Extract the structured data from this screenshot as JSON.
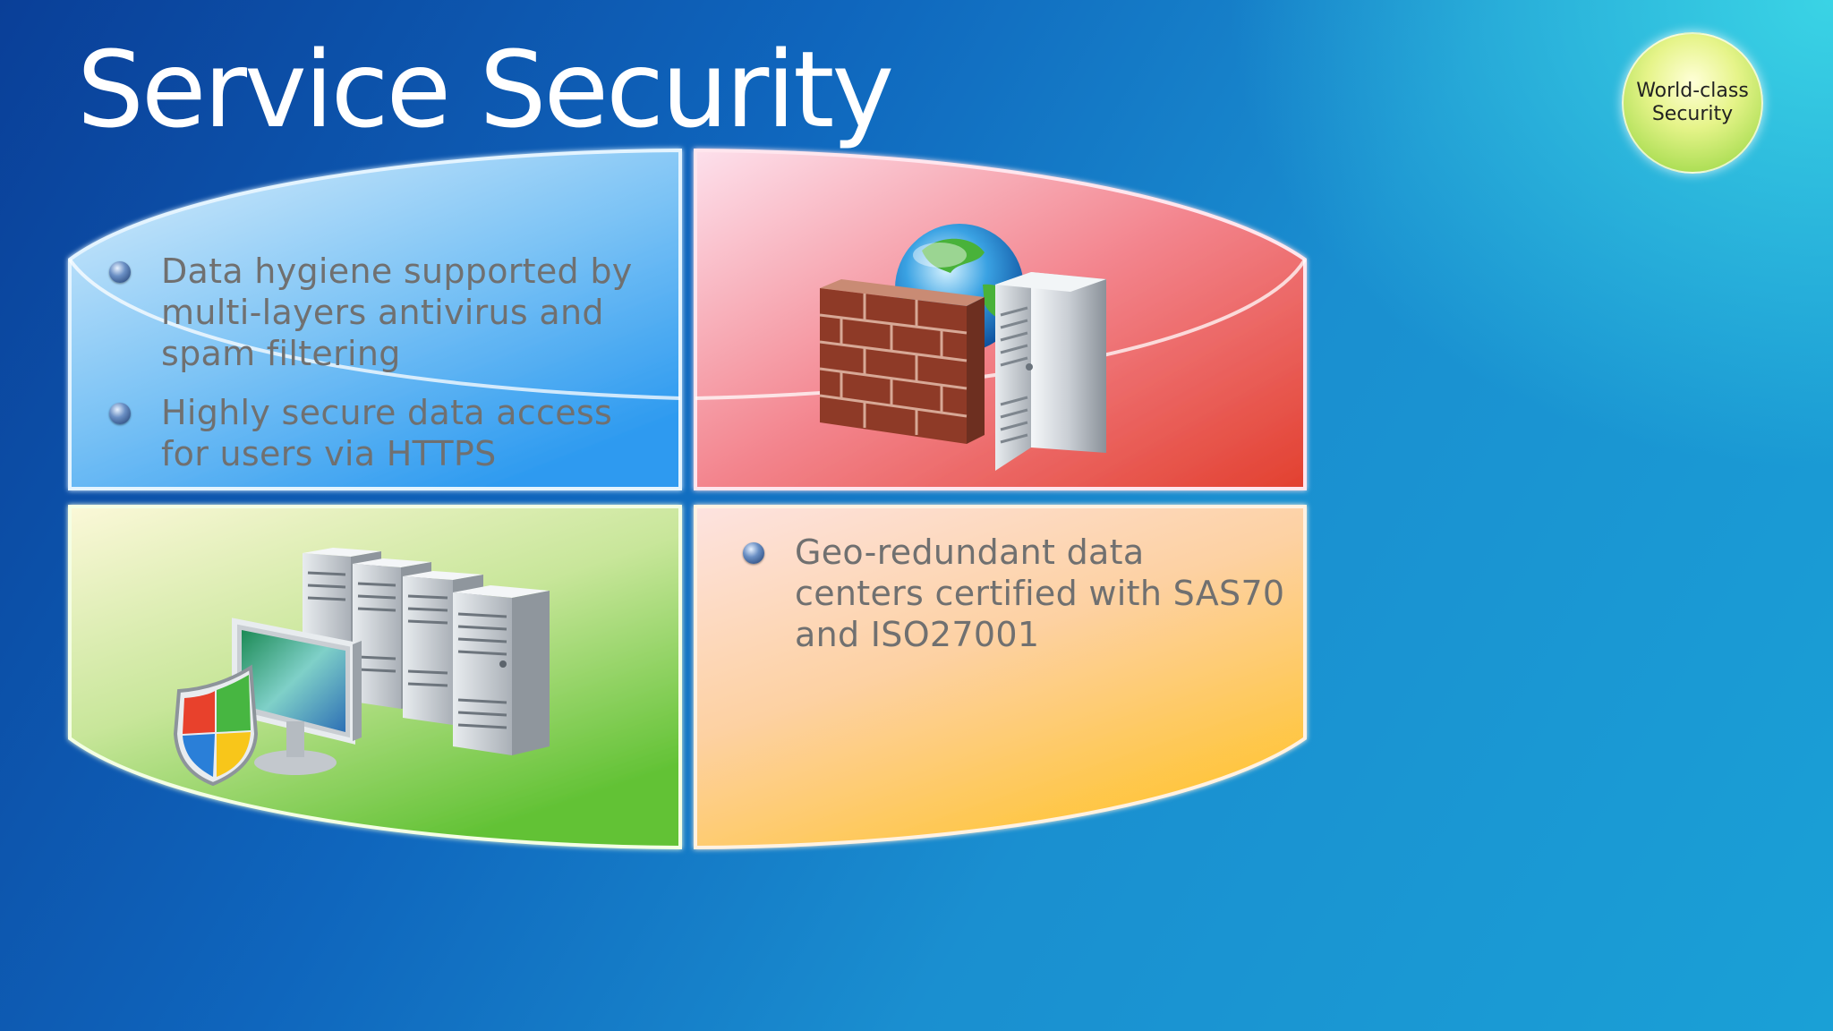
{
  "slide": {
    "title": "Service Security",
    "badge": {
      "line1": "World-class",
      "line2": "Security"
    }
  },
  "quadrants": {
    "top_left": {
      "bullets": [
        {
          "lines": [
            "Data hygiene supported by",
            "multi-layers antivirus and",
            "spam filtering"
          ]
        },
        {
          "lines": [
            "Highly secure data access",
            "for users via HTTPS"
          ]
        }
      ]
    },
    "bottom_right": {
      "bullets": [
        {
          "lines": [
            "Geo-redundant data",
            "centers certified with SAS70",
            "and ISO27001"
          ]
        }
      ]
    }
  },
  "icons": {
    "top_right": [
      "firewall-brick-wall-icon",
      "globe-icon",
      "server-tower-icon"
    ],
    "bottom_left": [
      "server-rack-icon",
      "monitor-icon",
      "security-shield-icon"
    ]
  },
  "colors": {
    "quadrant_top_left": "#36a4f0",
    "quadrant_top_right": "#e84a3a",
    "quadrant_bottom_left": "#6cc63a",
    "quadrant_bottom_right": "#ffc94a",
    "title": "#ffffff",
    "body_text": "#707070"
  }
}
